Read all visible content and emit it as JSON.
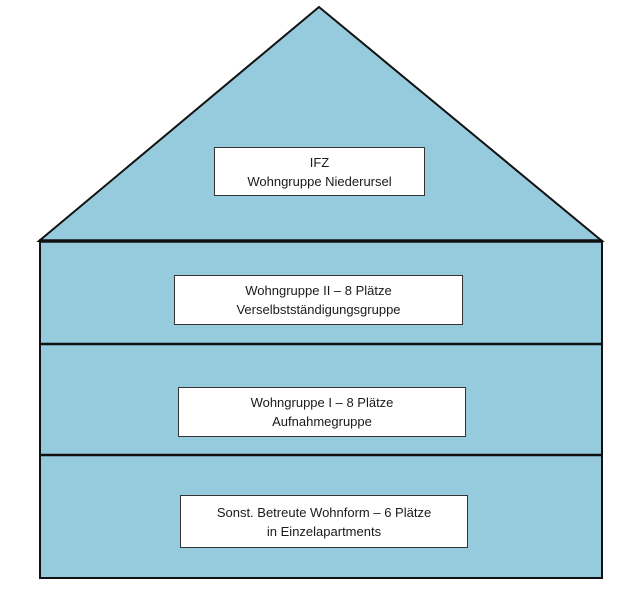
{
  "colors": {
    "fill": "#96cbde",
    "stroke": "#111111",
    "box_fill": "#ffffff"
  },
  "roof": {
    "line1": "IFZ",
    "line2": "Wohngruppe Niederursel"
  },
  "floors": [
    {
      "line1": "Wohngruppe II – 8 Plätze",
      "line2": "Verselbstständigungsgruppe"
    },
    {
      "line1": "Wohngruppe I – 8 Plätze",
      "line2": "Aufnahmegruppe"
    },
    {
      "line1": "Sonst. Betreute Wohnform – 6 Plätze",
      "line2": "in Einzelapartments"
    }
  ]
}
